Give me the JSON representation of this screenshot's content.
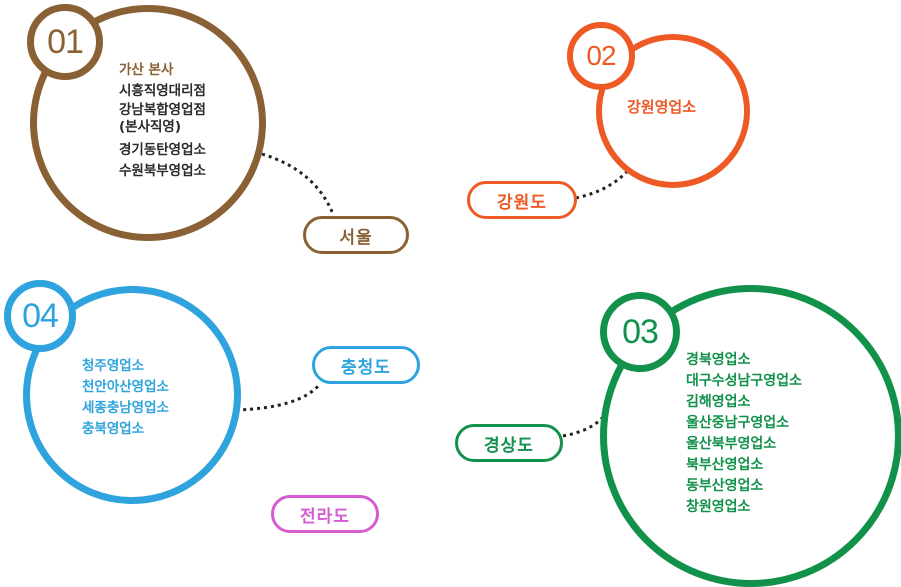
{
  "colors": {
    "seoul": "#8a6135",
    "gangwon": "#ee5a25",
    "gyeongsang": "#12914a",
    "chungcheong": "#2ea3dd",
    "jeolla": "#d65ad0"
  },
  "regions": {
    "seoul": {
      "number": "01",
      "label": "서울",
      "items": [
        "가산 본사",
        "시흥직영대리점",
        "강남복합영업점",
        "(본사직영)",
        "경기동탄영업소",
        "수원북부영업소"
      ]
    },
    "gangwon": {
      "number": "02",
      "label": "강원도",
      "items": [
        "강원영업소"
      ]
    },
    "gyeongsang": {
      "number": "03",
      "label": "경상도",
      "items": [
        "경북영업소",
        "대구수성남구영업소",
        "김해영업소",
        "울산중남구영업소",
        "울산북부영업소",
        "북부산영업소",
        "동부산영업소",
        "창원영업소"
      ]
    },
    "chungcheong": {
      "number": "04",
      "label": "충청도",
      "items": [
        "청주영업소",
        "천안아산영업소",
        "세종충남영업소",
        "충북영업소"
      ]
    },
    "jeolla": {
      "label": "전라도"
    }
  }
}
